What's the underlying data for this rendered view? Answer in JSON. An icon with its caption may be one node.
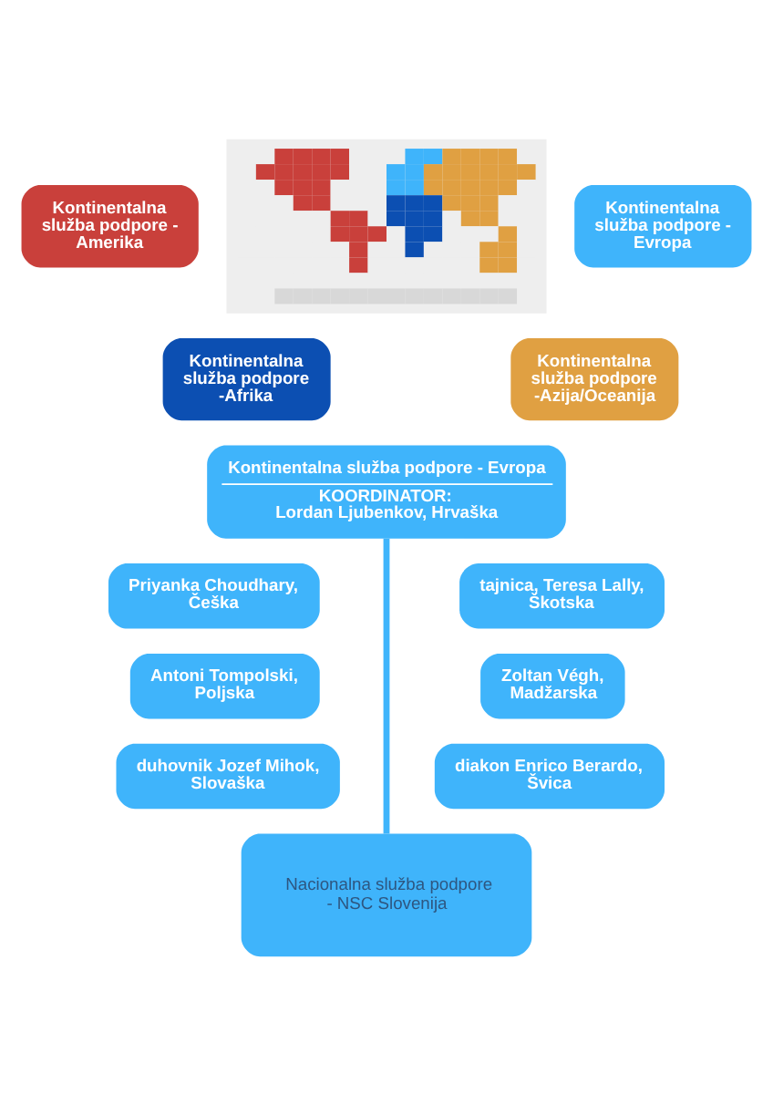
{
  "diagram": {
    "nodes": [
      {
        "text": [
          "Kontinentalna služba podpore - Amerika"
        ]
      },
      {
        "text": [],
        "shape": "picture"
      },
      {
        "text": [
          "Kontinentalna služba podpore - Evropa"
        ]
      },
      {
        "text": [
          "Kontinentalna služba podpore -Afrika"
        ]
      },
      {
        "text": [
          "Kontinentalna služba podpore -Azija/Oceanija"
        ]
      },
      {
        "text": [
          "Kontinentalna služba podpore - Evropa",
          "KOORDINATOR: Lordan Ljubenkov, Hrvaška"
        ]
      },
      {
        "text": [
          "Priyanka Choudhary, Češka"
        ]
      },
      {
        "text": [
          "tajnica, Teresa Lally, Škotska"
        ]
      },
      {
        "text": [
          "Antoni Tompolski, Poljska"
        ]
      },
      {
        "text": [
          "Zoltan Végh, Madžarska"
        ]
      },
      {
        "text": [
          "duhovnik Jozef Mihok, Slovaška"
        ]
      },
      {
        "text": [
          "diakon Enrico Berardo, Švica"
        ]
      },
      {
        "text": [
          "Nacionalna služba podpore - NSC Slovenija"
        ]
      }
    ],
    "edges": [
      {
        "from": 5,
        "to": 12,
        "arrow": "none"
      }
    ]
  }
}
